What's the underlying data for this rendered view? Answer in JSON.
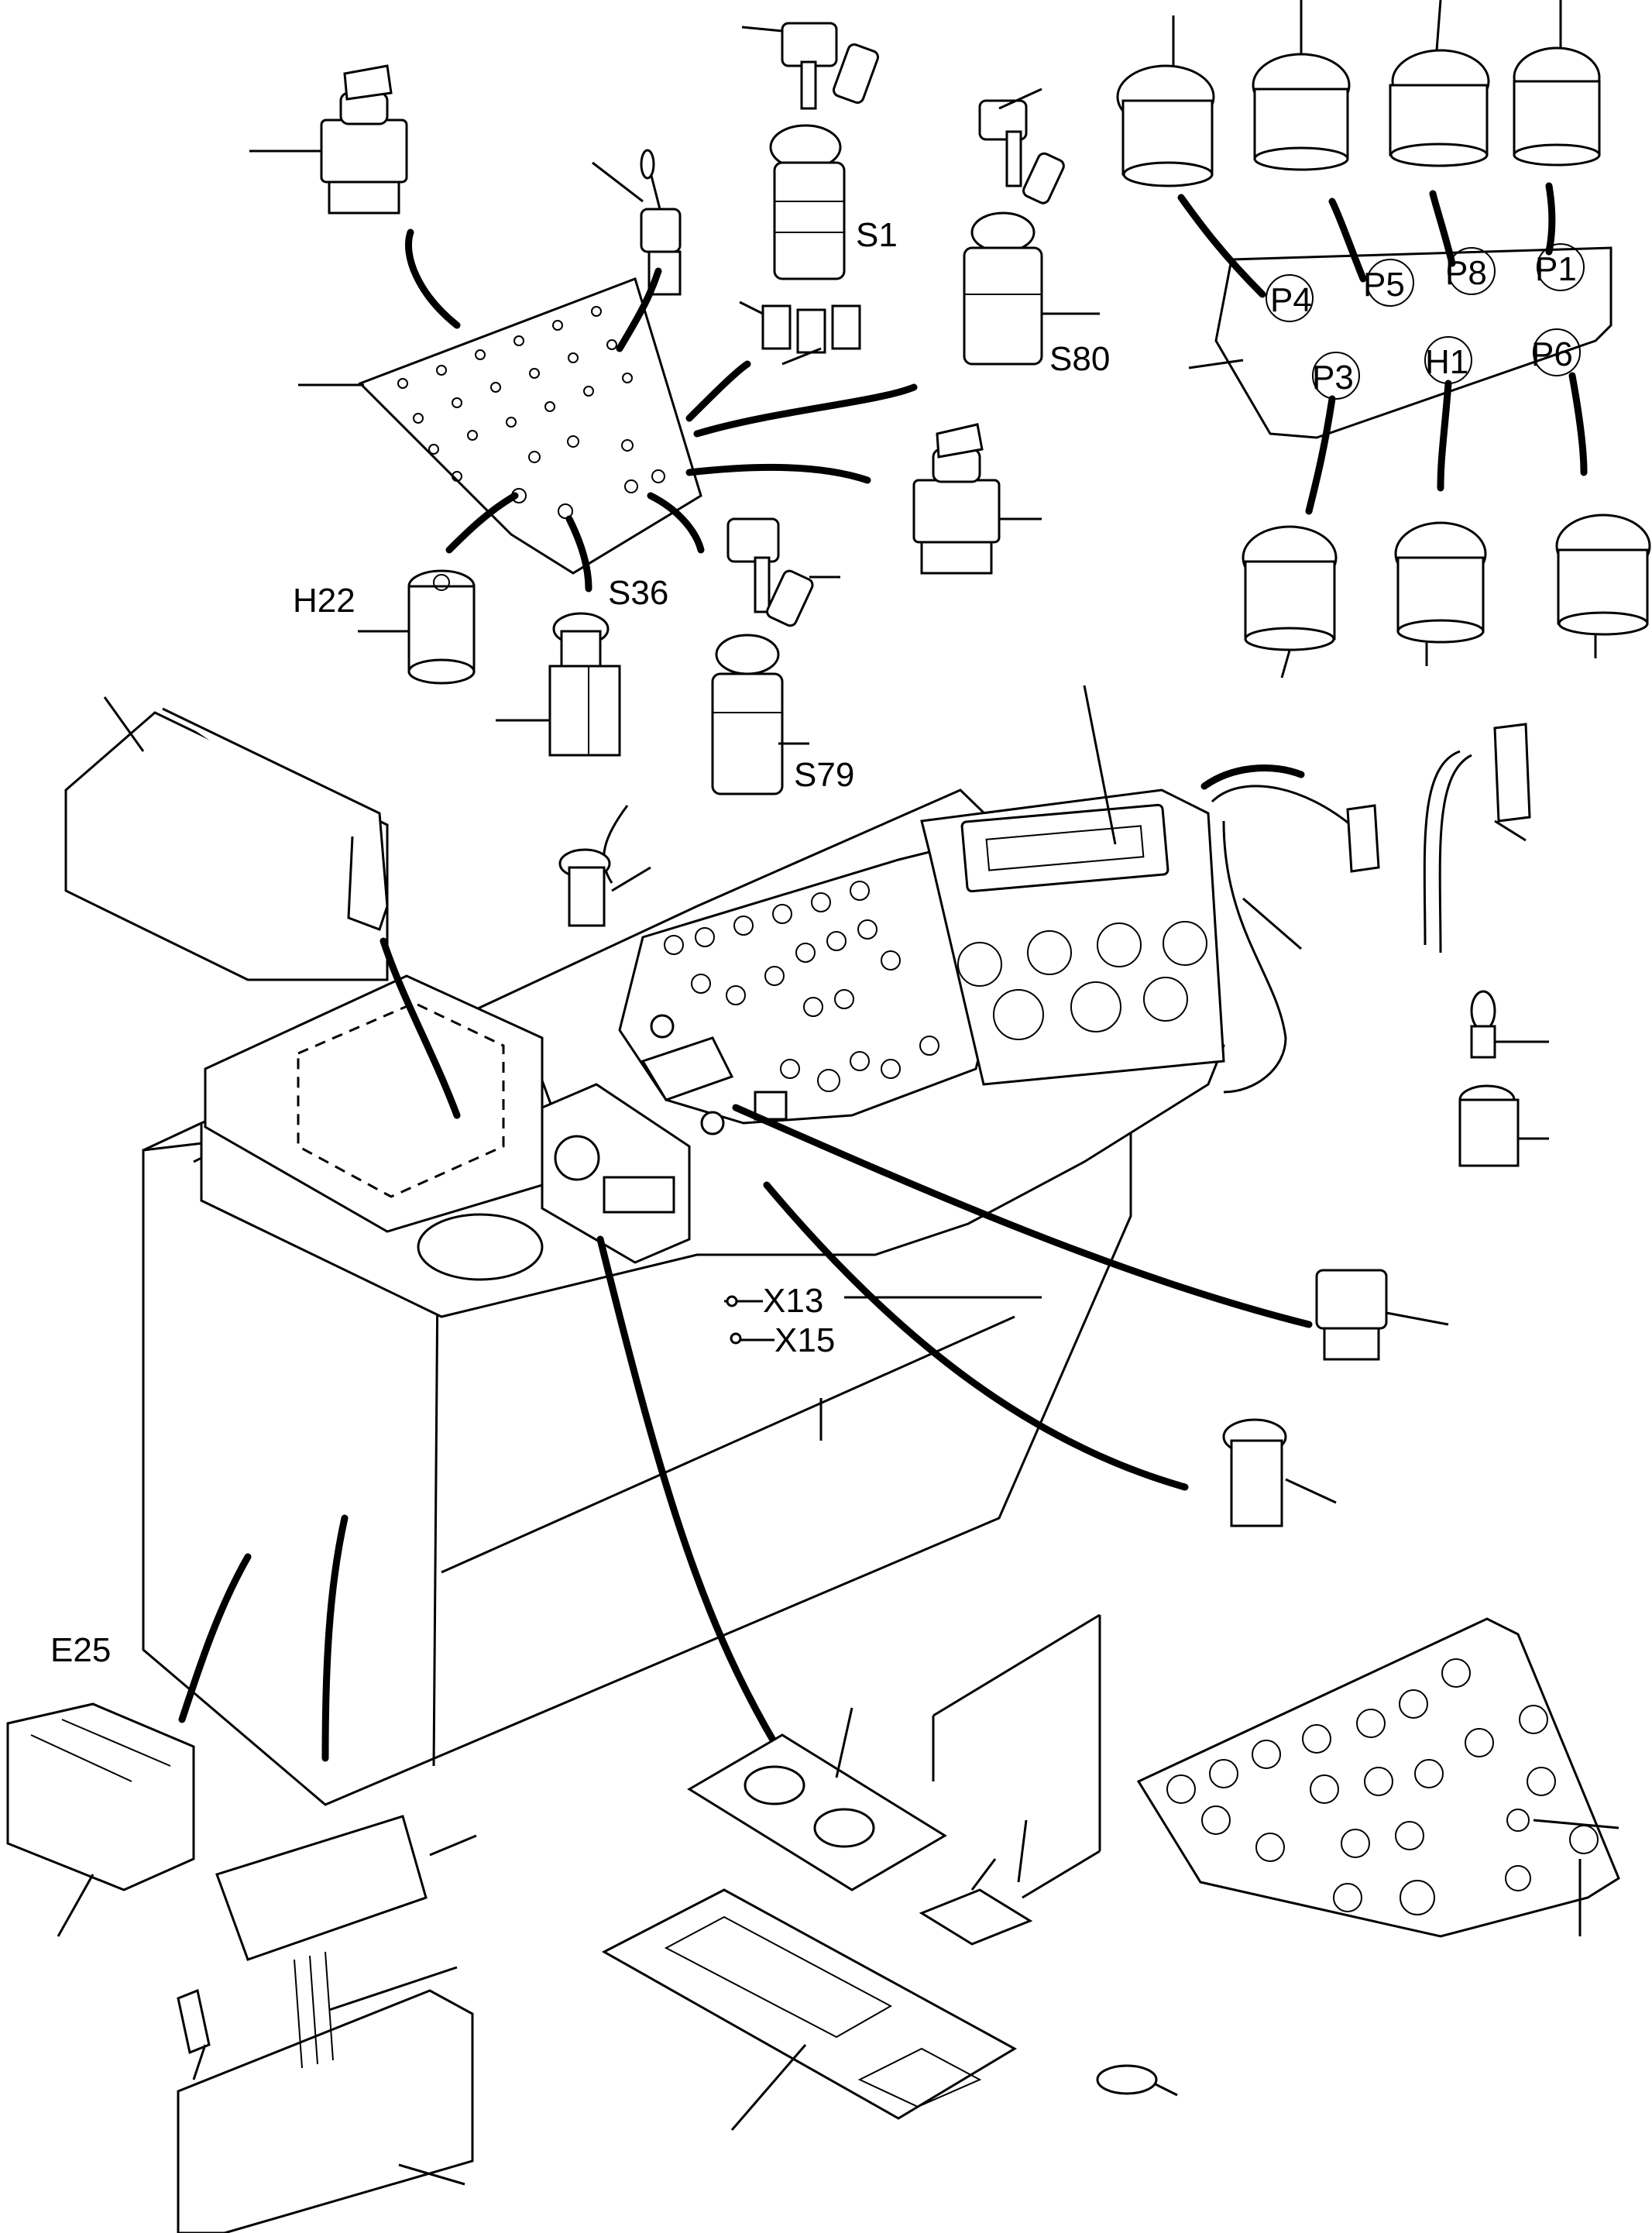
{
  "labels": {
    "s1": "S1",
    "s80": "S80",
    "h22": "H22",
    "s36": "S36",
    "s79": "S79",
    "e25": "E25",
    "x13": "X13",
    "x15": "X15",
    "p4": "P4",
    "p5": "P5",
    "p8": "P8",
    "p1": "P1",
    "p3": "P3",
    "h1": "H1",
    "p6": "P6"
  },
  "colors": {
    "line": "#000000",
    "background": "#ffffff"
  }
}
